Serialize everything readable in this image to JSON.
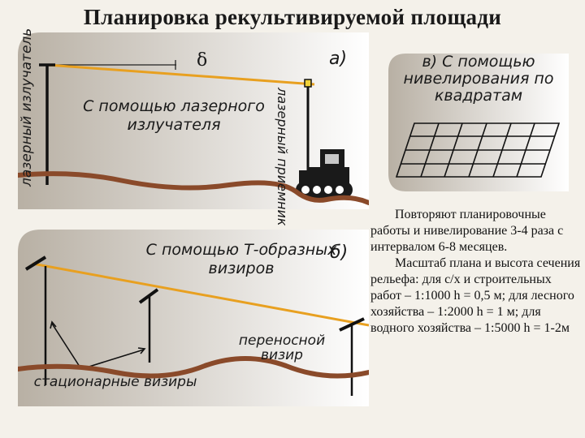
{
  "slide": {
    "title": "Планировка рекультивируемой площади"
  },
  "panel_a": {
    "letter": "а)",
    "delta": "δ",
    "emitter_label": "лазерный излучатель",
    "receiver_label": "лазерный приемник",
    "caption": "С помощью лазерного излучателя"
  },
  "panel_b": {
    "letter": "б)",
    "caption": "С помощью Т-образных визиров",
    "portable_label": "переносной визир",
    "stationary_label": "стационарные визиры"
  },
  "panel_v": {
    "caption": "в) С помощью нивелирования по квадратам"
  },
  "notes": {
    "paragraph_1": "Повторяют планировочные работы и нивелирование 3-4 раза с интервалом 6-8 месяцев.",
    "paragraph_2": "Масштаб плана и высота сечения рельефа: для с/х и строительных работ – 1:1000 h = 0,5 м; для лесного хозяйства – 1:2000 h = 1 м; для водного хозяйства – 1:5000 h = 1-2м"
  },
  "colors": {
    "panel_gradient_start": "#b8b0a4",
    "panel_gradient_end": "#ffffff",
    "ground": "#8a4a2a",
    "laser_line": "#e8a020",
    "bulldozer": "#1a1a1a"
  }
}
